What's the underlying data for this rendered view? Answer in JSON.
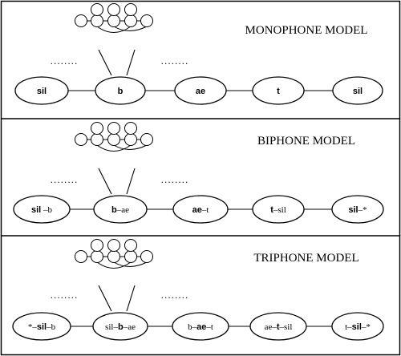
{
  "panels": [
    {
      "title": "MONOPHONE MODEL",
      "dots_left": "........",
      "dots_right": "........",
      "nodes": [
        {
          "parts": [
            {
              "text": "sil",
              "bold": true
            }
          ]
        },
        {
          "parts": [
            {
              "text": "b",
              "bold": true
            }
          ]
        },
        {
          "parts": [
            {
              "text": "ae",
              "bold": true
            }
          ]
        },
        {
          "parts": [
            {
              "text": "t",
              "bold": true
            }
          ]
        },
        {
          "parts": [
            {
              "text": "sil",
              "bold": true
            }
          ]
        }
      ]
    },
    {
      "title": "BIPHONE MODEL",
      "dots_left": "........",
      "dots_right": "........",
      "nodes": [
        {
          "parts": [
            {
              "text": "sil",
              "bold": true
            },
            {
              "text": " –b",
              "bold": false
            }
          ]
        },
        {
          "parts": [
            {
              "text": "b",
              "bold": true
            },
            {
              "text": "–ae",
              "bold": false
            }
          ]
        },
        {
          "parts": [
            {
              "text": "ae",
              "bold": true
            },
            {
              "text": "–t",
              "bold": false
            }
          ]
        },
        {
          "parts": [
            {
              "text": "t",
              "bold": true
            },
            {
              "text": "–sil",
              "bold": false
            }
          ]
        },
        {
          "parts": [
            {
              "text": "sil",
              "bold": true
            },
            {
              "text": "–*",
              "bold": false
            }
          ]
        }
      ]
    },
    {
      "title": "TRIPHONE MODEL",
      "dots_left": "........",
      "dots_right": "........",
      "nodes": [
        {
          "parts": [
            {
              "text": "*–",
              "bold": false
            },
            {
              "text": "sil",
              "bold": true
            },
            {
              "text": "–b",
              "bold": false
            }
          ]
        },
        {
          "parts": [
            {
              "text": "sil–",
              "bold": false
            },
            {
              "text": "b",
              "bold": true
            },
            {
              "text": "–ae",
              "bold": false
            }
          ]
        },
        {
          "parts": [
            {
              "text": "b–",
              "bold": false
            },
            {
              "text": "ae",
              "bold": true
            },
            {
              "text": "–t",
              "bold": false
            }
          ]
        },
        {
          "parts": [
            {
              "text": "ae–",
              "bold": false
            },
            {
              "text": "t",
              "bold": true
            },
            {
              "text": "–sil",
              "bold": false
            }
          ]
        },
        {
          "parts": [
            {
              "text": "t–",
              "bold": false
            },
            {
              "text": "sil",
              "bold": true
            },
            {
              "text": "–*",
              "bold": false
            }
          ]
        }
      ]
    }
  ],
  "colors": {
    "line": "#000000",
    "background": "#ffffff"
  }
}
